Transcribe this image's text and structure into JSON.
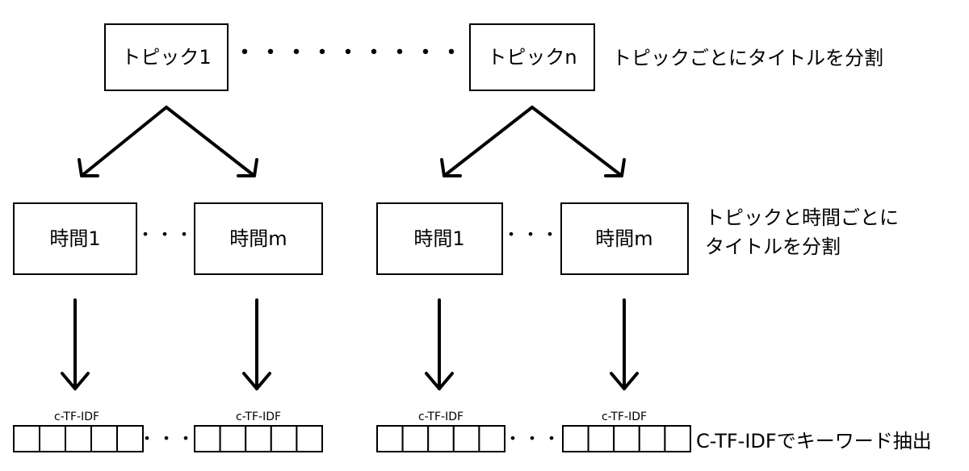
{
  "topics": [
    {
      "label": "トピック1",
      "times": [
        {
          "label": "時間1",
          "vector_label": "c-TF-IDF"
        },
        {
          "label": "時間m",
          "vector_label": "c-TF-IDF"
        }
      ]
    },
    {
      "label": "トピックn",
      "times": [
        {
          "label": "時間1",
          "vector_label": "c-TF-IDF"
        },
        {
          "label": "時間m",
          "vector_label": "c-TF-IDF"
        }
      ]
    }
  ],
  "topic_ellipsis": "・・・・・・・・・",
  "time_ellipsis": "・・・",
  "vector_ellipsis": "・・・",
  "captions": {
    "topic_split": "トピックごとにタイトルを分割",
    "time_split_line1": "トピックと時間ごとに",
    "time_split_line2": "タイトルを分割",
    "extract": "C-TF-IDFでキーワード抽出"
  }
}
